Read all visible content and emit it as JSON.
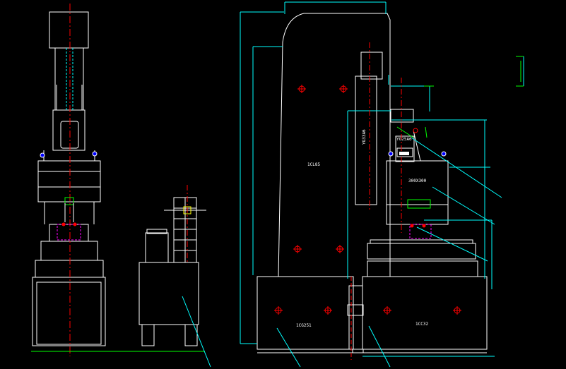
{
  "labels": {
    "body_dim": "1CL85",
    "column_dim": "YG33A6",
    "head_label": "YG25A6",
    "table_dim": "300X300",
    "base_left": "1CG251",
    "base_right": "1CC32"
  },
  "colors": {
    "background": "#000000",
    "outline": "#ffffff",
    "dimension": "#00ffff",
    "centerline": "#ff0000",
    "green": "#00ff00",
    "magenta": "#ff00ff",
    "blue": "#0000ff",
    "yellow": "#ffff00"
  }
}
